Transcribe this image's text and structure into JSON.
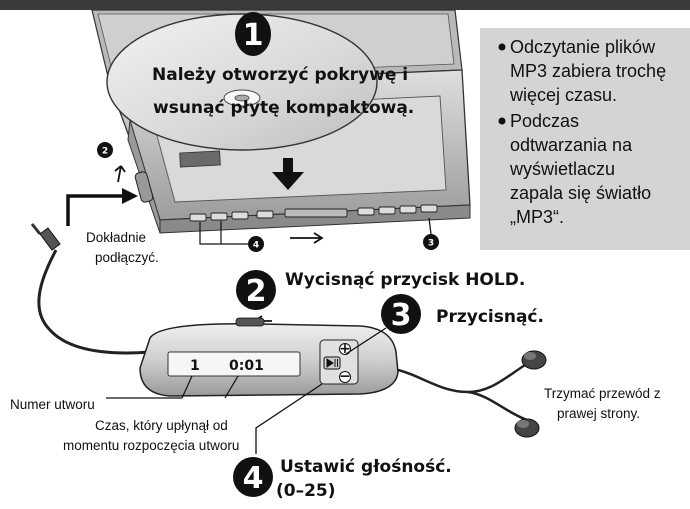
{
  "steps": {
    "step1": {
      "number": "1",
      "text_line1": "Należy otworzyć pokrywę i",
      "text_line2": "wsunąć płytę kompaktową."
    },
    "step2": {
      "number": "2",
      "text": "Wycisnąć przycisk HOLD."
    },
    "step3": {
      "number": "3",
      "text": "Przycisnąć."
    },
    "step4": {
      "number": "4",
      "text": "Ustawić głośność.",
      "range": "(0–25)"
    }
  },
  "small_markers": {
    "m2": "2",
    "m3": "3",
    "m4": "4"
  },
  "info_box": {
    "bullet1_lines": [
      "Odczytanie plików",
      "MP3 zabiera trochę",
      "więcej czasu."
    ],
    "bullet2_lines": [
      "Podczas",
      "odtwarzania na",
      "wyświetlaczu",
      "zapala się światło",
      "„MP3“."
    ]
  },
  "notes": {
    "connect_lines": [
      "Dokładnie",
      "podłączyć."
    ],
    "track_number": "Numer utworu",
    "elapsed_lines": [
      "Czas, który upłynął od",
      "momentu rozpoczęcia utworu"
    ],
    "cable_lines": [
      "Trzymać przewód z",
      "prawej strony."
    ]
  },
  "lcd": {
    "track": "1",
    "time": "0:01"
  },
  "colors": {
    "info_bg": "#d4d4d4",
    "disc": "#dcdcdc",
    "device": "#c8c8c8",
    "ink": "#111111"
  }
}
